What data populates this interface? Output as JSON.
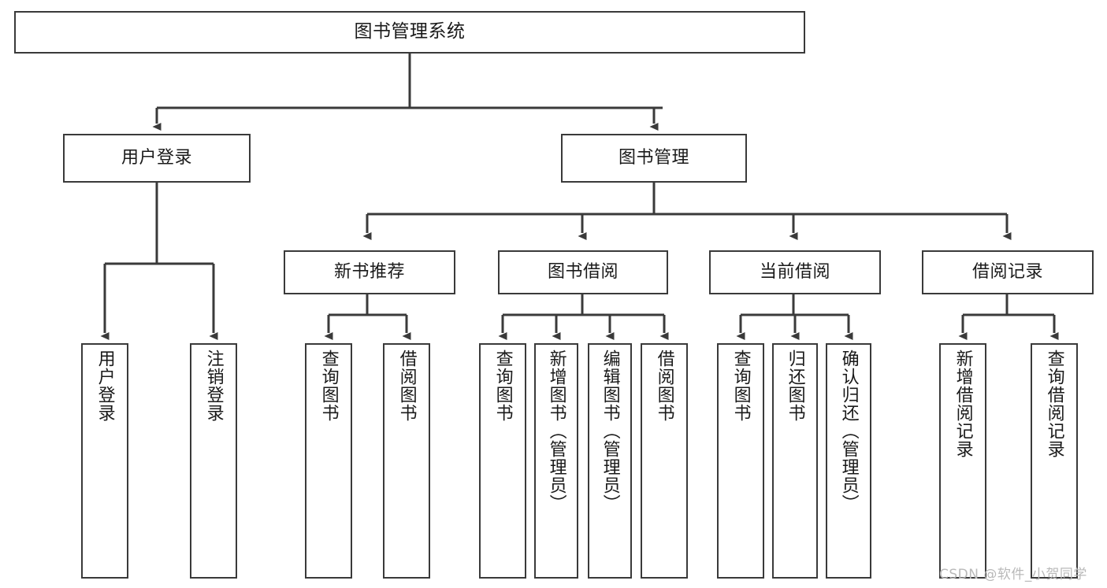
{
  "diagram": {
    "type": "tree-hierarchy",
    "title": "图书管理系统",
    "watermark": "CSDN @软件_小贺同学",
    "colors": {
      "box_border": "#3a3a3a",
      "box_fill": "#ffffff",
      "edge": "#3a3a3a",
      "text": "#1a1a1a",
      "background": "#ffffff",
      "watermark": "#b9b9b9"
    },
    "nodes": {
      "root": {
        "label": "图书管理系统",
        "level": 0,
        "orientation": "horizontal"
      },
      "level1": [
        {
          "id": "user-login",
          "label": "用户登录",
          "orientation": "horizontal"
        },
        {
          "id": "book-manage",
          "label": "图书管理",
          "orientation": "horizontal"
        }
      ],
      "level2": [
        {
          "id": "new-book-recommend",
          "label": "新书推荐",
          "orientation": "horizontal",
          "parent": "book-manage"
        },
        {
          "id": "book-borrow",
          "label": "图书借阅",
          "orientation": "horizontal",
          "parent": "book-manage"
        },
        {
          "id": "current-borrow",
          "label": "当前借阅",
          "orientation": "horizontal",
          "parent": "book-manage"
        },
        {
          "id": "borrow-record",
          "label": "借阅记录",
          "orientation": "horizontal",
          "parent": "book-manage"
        }
      ],
      "leaves": [
        {
          "id": "leaf-user-login",
          "label": "用户登录",
          "orientation": "vertical",
          "parent": "user-login"
        },
        {
          "id": "leaf-user-logout",
          "label": "注销登录",
          "orientation": "vertical",
          "parent": "user-login"
        },
        {
          "id": "leaf-query-book-1",
          "label": "查询图书",
          "orientation": "vertical",
          "parent": "new-book-recommend"
        },
        {
          "id": "leaf-borrow-book-1",
          "label": "借阅图书",
          "orientation": "vertical",
          "parent": "new-book-recommend"
        },
        {
          "id": "leaf-query-book-2",
          "label": "查询图书",
          "orientation": "vertical",
          "parent": "book-borrow"
        },
        {
          "id": "leaf-add-book",
          "label": "新增图书（管理员）",
          "orientation": "vertical",
          "parent": "book-borrow"
        },
        {
          "id": "leaf-edit-book",
          "label": "编辑图书（管理员）",
          "orientation": "vertical",
          "parent": "book-borrow"
        },
        {
          "id": "leaf-borrow-book-2",
          "label": "借阅图书",
          "orientation": "vertical",
          "parent": "book-borrow"
        },
        {
          "id": "leaf-query-book-3",
          "label": "查询图书",
          "orientation": "vertical",
          "parent": "current-borrow"
        },
        {
          "id": "leaf-return-book",
          "label": "归还图书",
          "orientation": "vertical",
          "parent": "current-borrow"
        },
        {
          "id": "leaf-confirm-return",
          "label": "确认归还（管理员）",
          "orientation": "vertical",
          "parent": "current-borrow"
        },
        {
          "id": "leaf-add-record",
          "label": "新增借阅记录",
          "orientation": "vertical",
          "parent": "borrow-record"
        },
        {
          "id": "leaf-query-record",
          "label": "查询借阅记录",
          "orientation": "vertical",
          "parent": "borrow-record"
        }
      ]
    }
  }
}
